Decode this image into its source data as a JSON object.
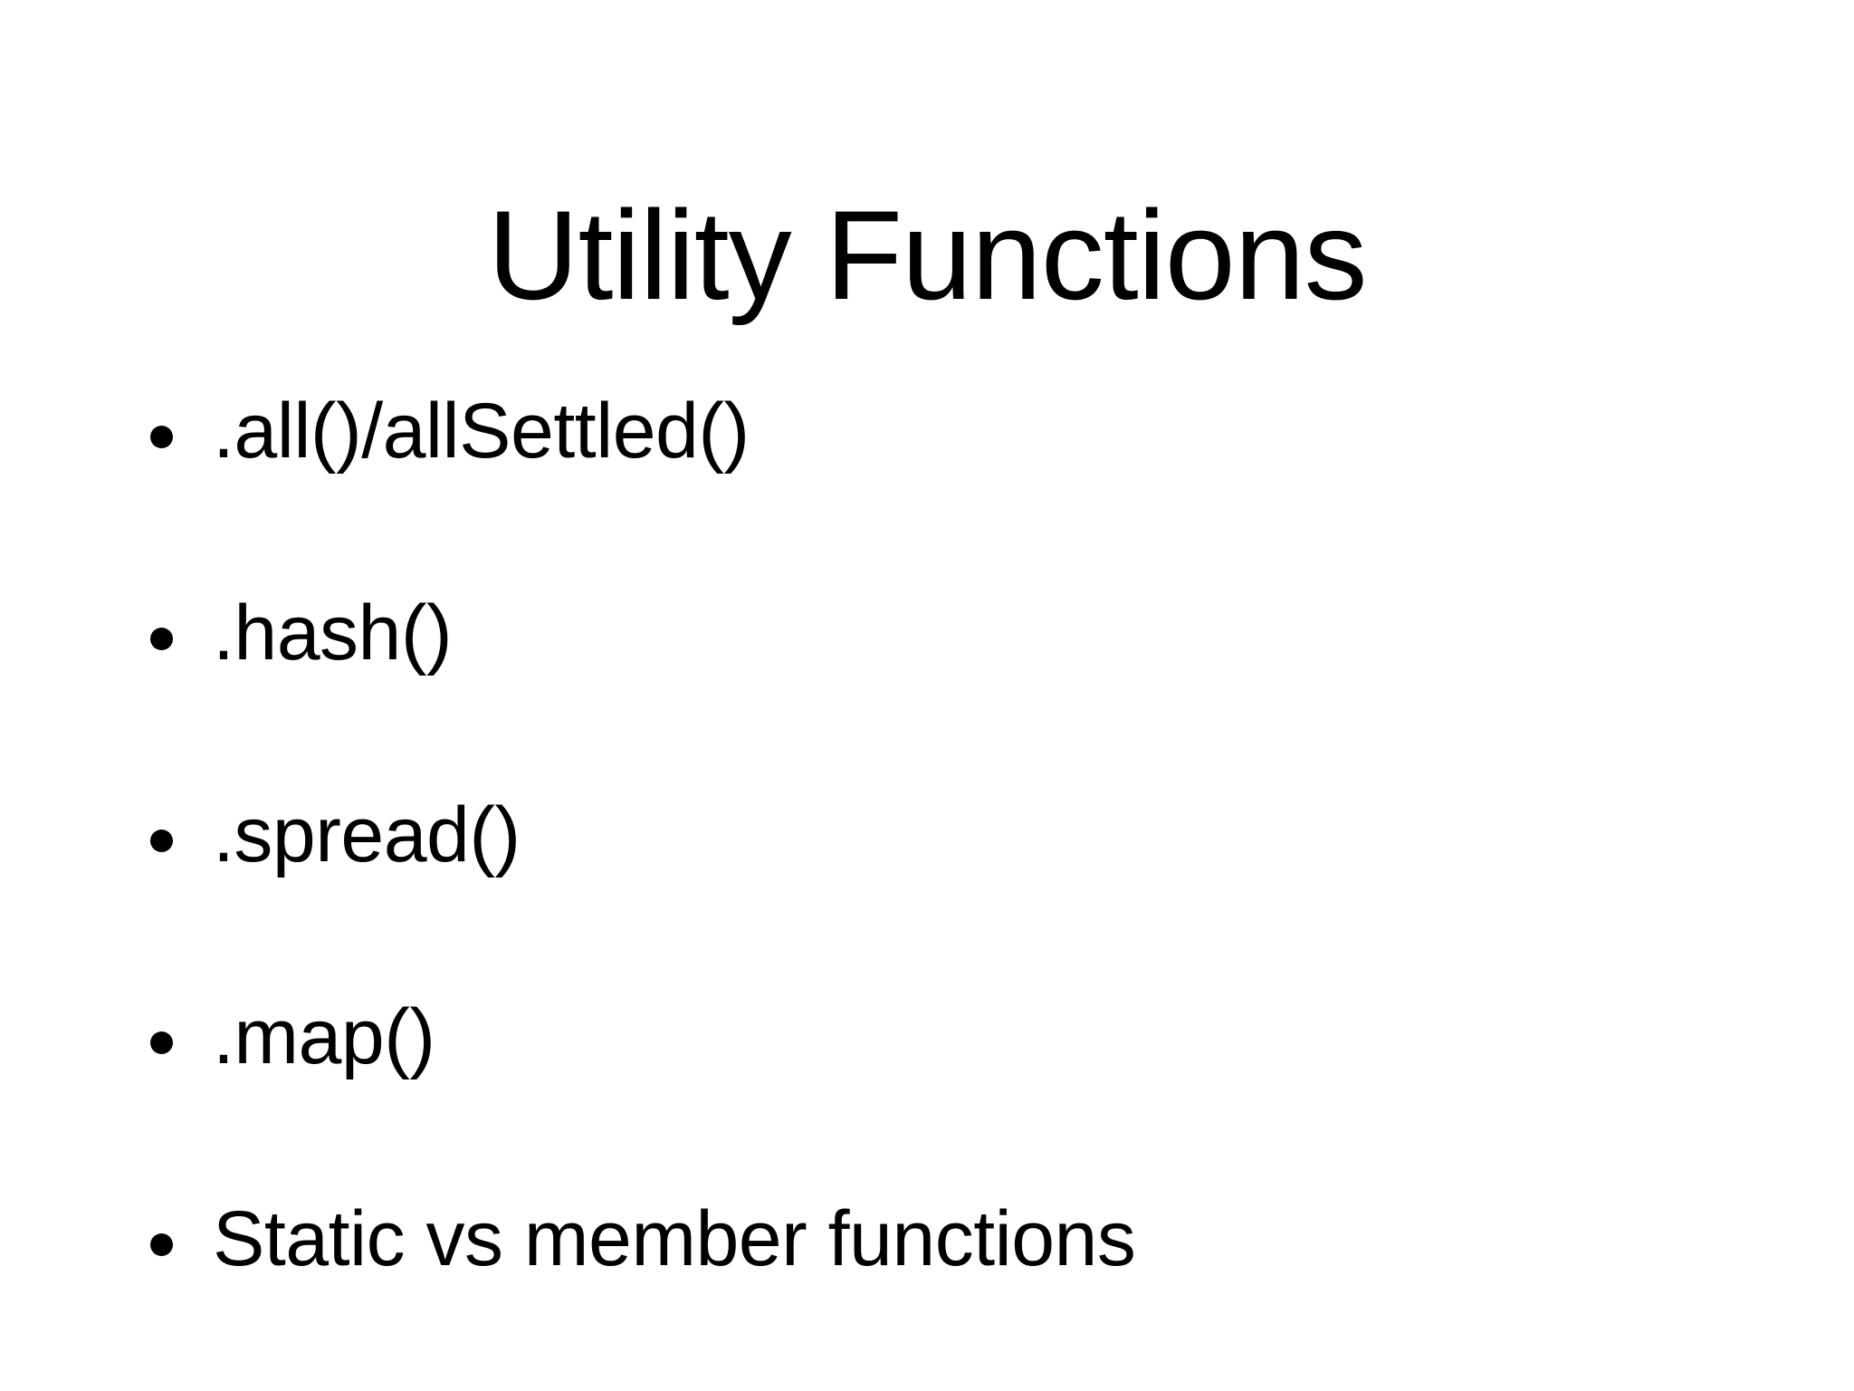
{
  "slide": {
    "title": "Utility Functions",
    "background_color": "#ffffff",
    "text_color": "#000000",
    "bullet_marker_glyph": "•",
    "bullets": [
      {
        "label": ".all()/allSettled()"
      },
      {
        "label": ".hash()"
      },
      {
        "label": ".spread()"
      },
      {
        "label": ".map()"
      },
      {
        "label": "Static vs member functions"
      }
    ]
  }
}
